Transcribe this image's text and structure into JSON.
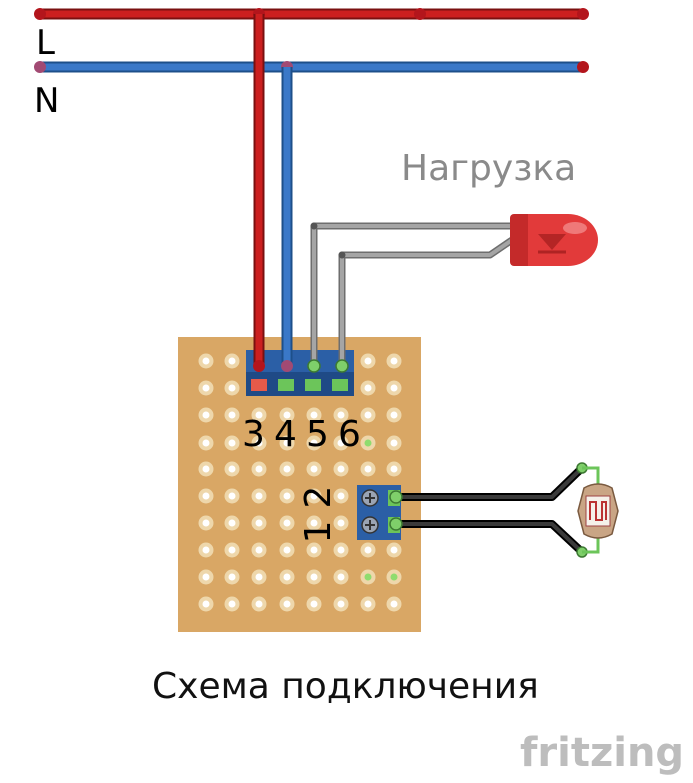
{
  "lines": {
    "live_label": "L",
    "neutral_label": "N"
  },
  "load": {
    "label": "Нагрузка"
  },
  "terminals": {
    "top": [
      "3",
      "4",
      "5",
      "6"
    ],
    "side": [
      "1",
      "2"
    ]
  },
  "caption": "Схема подключения",
  "brand": "fritzing",
  "colors": {
    "live": "#cc1f1f",
    "neutral": "#3a78c8",
    "load_wire": "#9a9a9a",
    "sensor_wire": "#111111",
    "board": "#d9a765",
    "terminal": "#2b5fa6",
    "led": "#e23a3a"
  }
}
